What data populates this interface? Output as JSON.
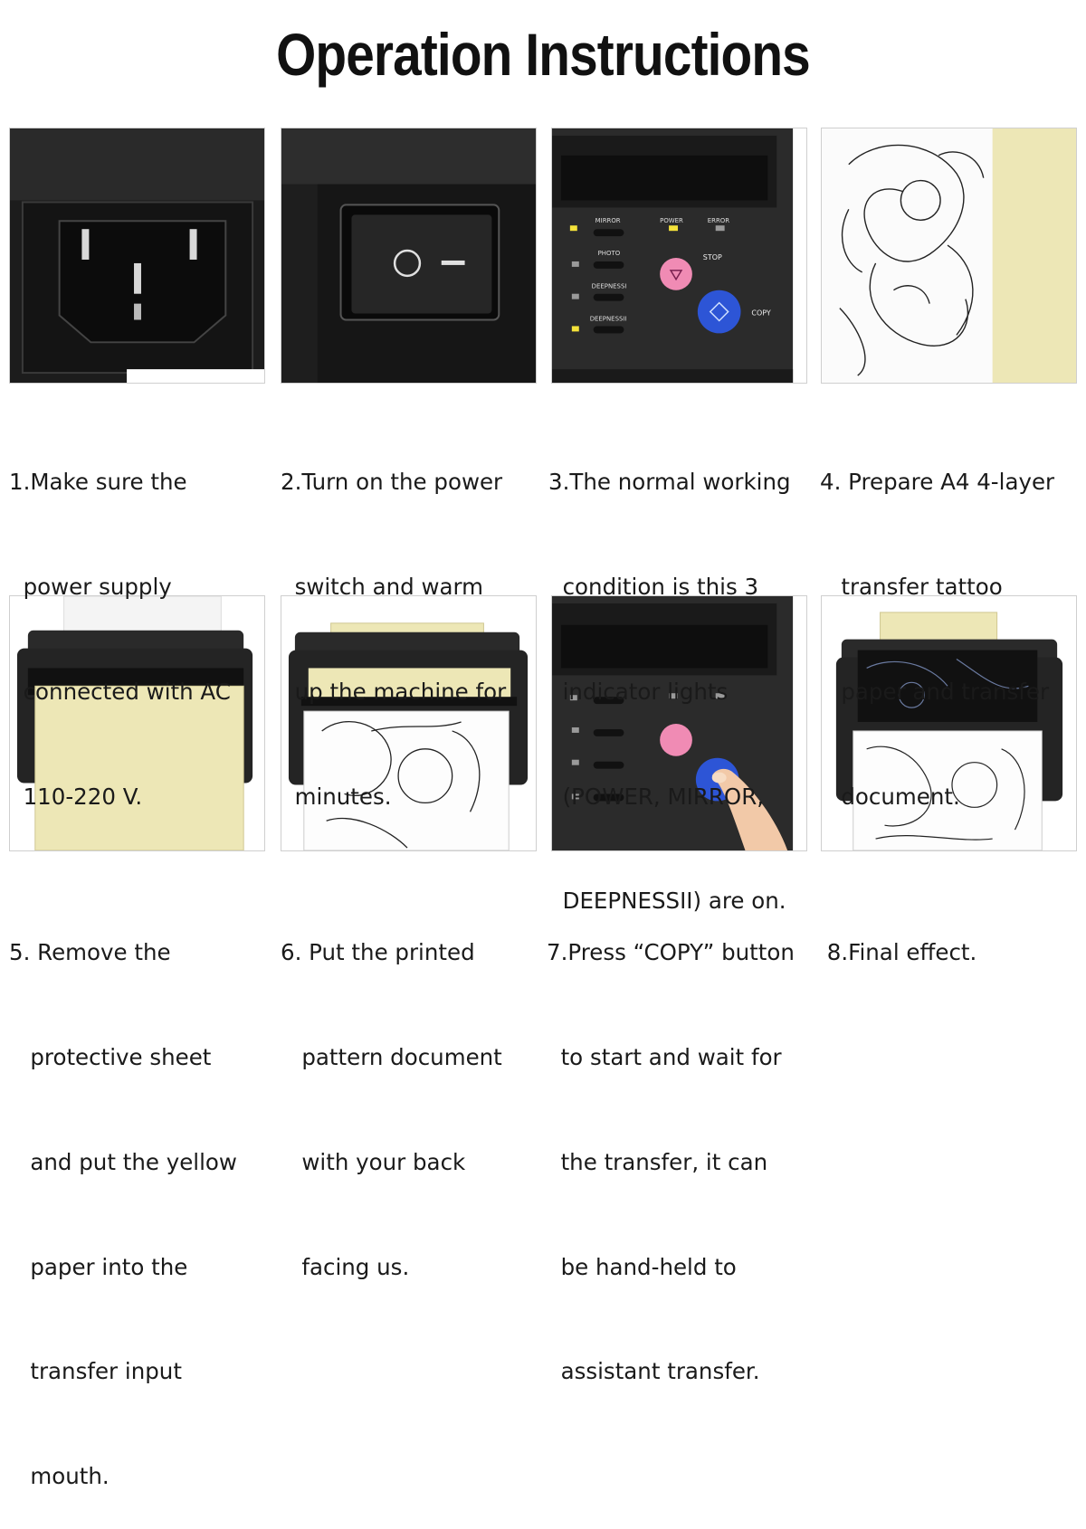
{
  "title": "Operation Instructions",
  "steps": [
    {
      "lines": [
        "1.Make sure the",
        "  power supply",
        "  connected with AC",
        "  110-220 V."
      ],
      "image_icon": "power-socket-icon"
    },
    {
      "lines": [
        "2.Turn on the power",
        "  switch and warm",
        "  up the machine for",
        "  minutes."
      ],
      "image_icon": "power-switch-icon"
    },
    {
      "lines": [
        "3.The normal working",
        "  condition is this 3",
        "  indicator lights",
        "  (POWER, MIRROR,",
        "  DEEPNESSII) are on."
      ],
      "image_icon": "control-panel-icon"
    },
    {
      "lines": [
        "4. Prepare A4 4-layer",
        "   transfer tattoo",
        "   paper and transfer",
        "   document."
      ],
      "image_icon": "transfer-paper-icon"
    },
    {
      "lines": [
        "5. Remove the",
        "   protective sheet",
        "   and put the yellow",
        "   paper into the",
        "   transfer input",
        "   mouth."
      ],
      "image_icon": "yellow-paper-insert-icon"
    },
    {
      "lines": [
        "6. Put the printed",
        "   pattern document",
        "   with your back",
        "   facing us."
      ],
      "image_icon": "pattern-document-icon"
    },
    {
      "lines": [
        "7.Press “COPY” button",
        "  to start and wait for",
        "  the transfer, it can",
        "  be hand-held to",
        "  assistant transfer."
      ],
      "image_icon": "press-copy-button-icon"
    },
    {
      "lines": [
        " 8.Final effect."
      ],
      "image_icon": "final-stencil-icon"
    }
  ],
  "panel_labels": {
    "mirror": "MIRROR",
    "power": "POWER",
    "error": "ERROR",
    "photo": "PHOTO",
    "stop": "STOP",
    "deepness1": "DEEPNESSI",
    "deepness2": "DEEPNESSII",
    "copy": "COPY"
  },
  "colors": {
    "machine_body": "#2a2a2a",
    "stop_button": "#f08bb4",
    "copy_button": "#2d55d6",
    "yellow_paper": "#ede7b6",
    "led_on": "#f4e23a",
    "led_off": "#9a9a9a"
  }
}
